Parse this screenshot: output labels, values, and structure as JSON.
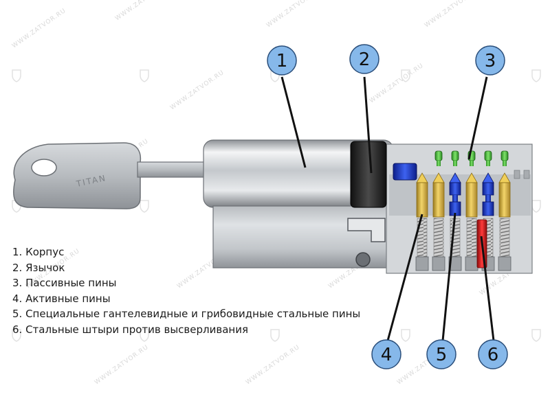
{
  "watermark": {
    "text": "WWW.ZATVOR.RU",
    "color": "#d9d9d9"
  },
  "key": {
    "brand": "TITAN"
  },
  "callouts": [
    {
      "num": "1"
    },
    {
      "num": "2"
    },
    {
      "num": "3"
    },
    {
      "num": "4"
    },
    {
      "num": "5"
    },
    {
      "num": "6"
    }
  ],
  "legend": [
    {
      "label": "1. Корпус"
    },
    {
      "label": "2. Язычок"
    },
    {
      "label": "3. Пассивные пины"
    },
    {
      "label": "4. Активные пины"
    },
    {
      "label": "5. Специальные гантелевидные и грибовидные стальные пины"
    },
    {
      "label": "6. Стальные штыри против высверливания"
    }
  ],
  "colors": {
    "callout_fill": "#86b8ea",
    "callout_stroke": "#2a4e7a",
    "body_metal": "#c9ccd0",
    "cam": "#2b2b2b",
    "passive_pin": "#4cbf3a",
    "active_pin": "#e3b93a",
    "special_pin": "#1f3fcf",
    "anti_drill_pin": "#e01a1a",
    "spring": "#9a9a9a"
  }
}
